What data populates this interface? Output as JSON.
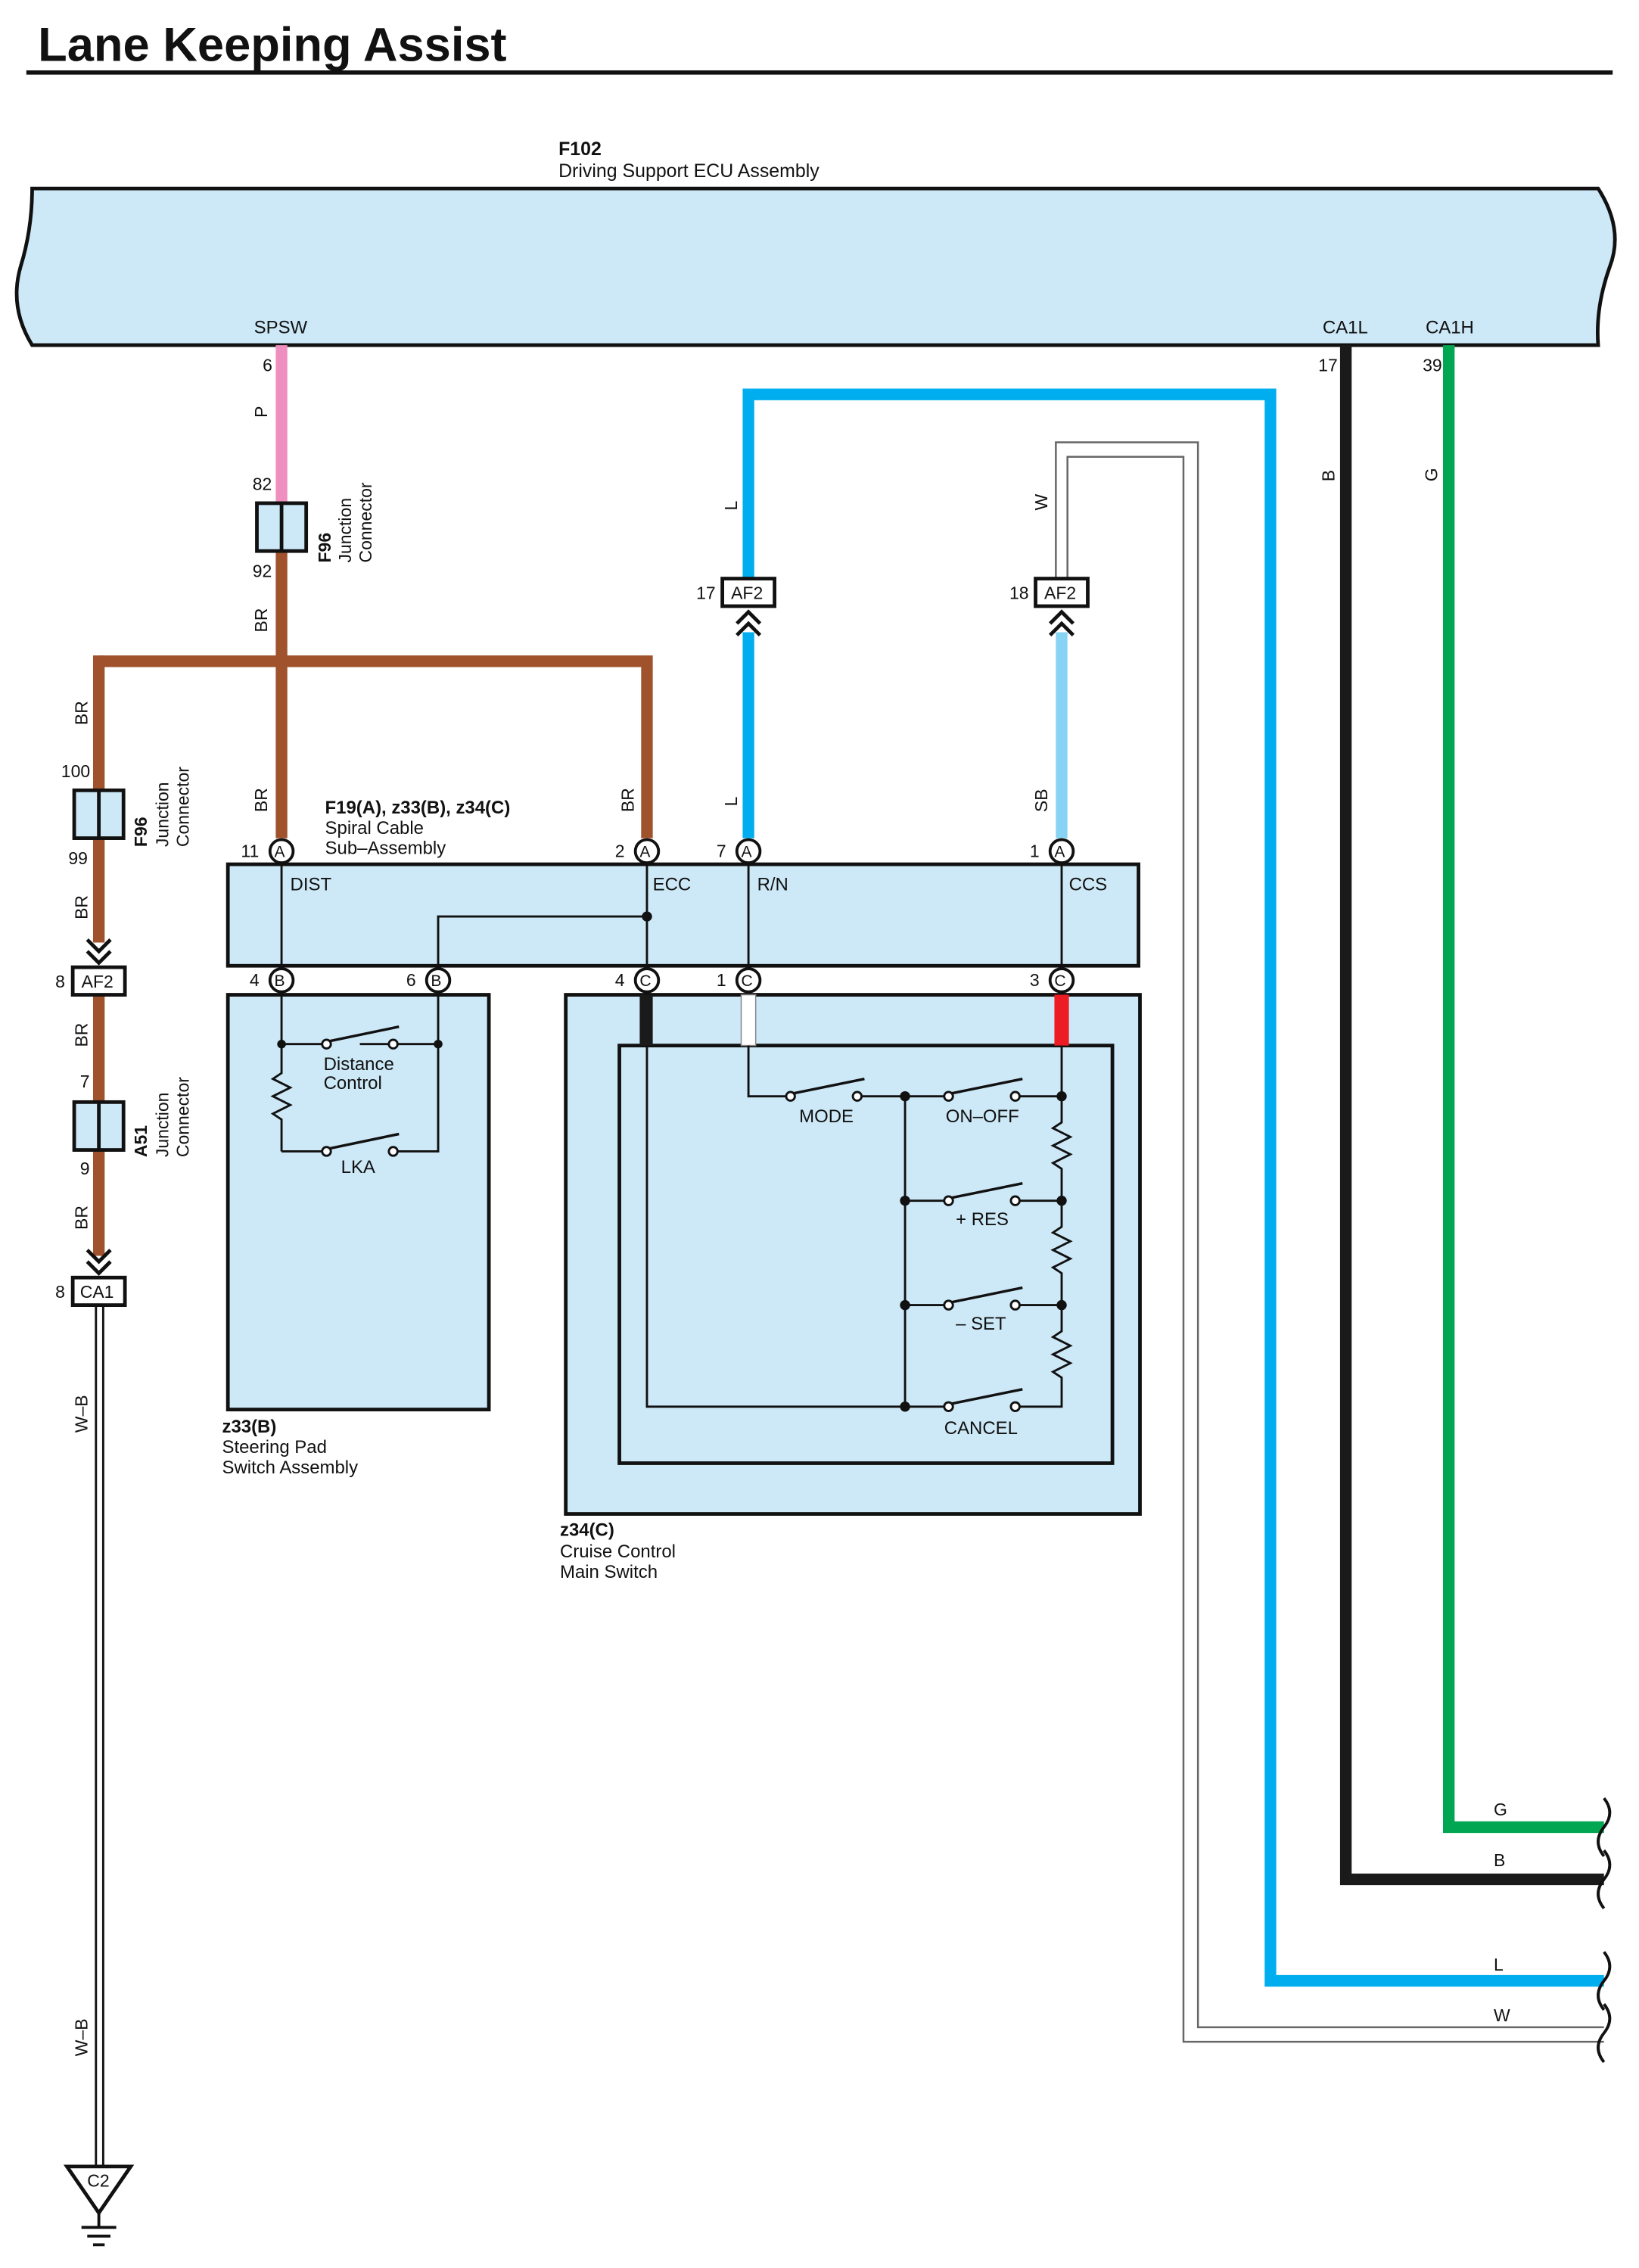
{
  "title": "Lane Keeping Assist",
  "colors": {
    "box_fill": "#cde9f7",
    "wire_P": "#ef8fbf",
    "wire_BR": "#a0522d",
    "wire_L": "#00aeef",
    "wire_SB": "#87d3f3",
    "wire_B": "#1a1a1a",
    "wire_G": "#00a651",
    "wire_R": "#ed1c24",
    "wire_W": "#ffffff"
  },
  "ecu": {
    "code": "F102",
    "name": "Driving Support ECU Assembly",
    "terminals": [
      {
        "name": "SPSW",
        "pin": "6"
      },
      {
        "name": "CA1L",
        "pin": "17"
      },
      {
        "name": "CA1H",
        "pin": "39"
      }
    ]
  },
  "junction_f96_top": {
    "code": "F96",
    "name_line1": "Junction",
    "name_line2": "Connector",
    "pin_in": "82",
    "pin_out": "92"
  },
  "junction_f96_left": {
    "code": "F96",
    "name_line1": "Junction",
    "name_line2": "Connector",
    "pin_in": "100",
    "pin_out": "99"
  },
  "junction_a51": {
    "code": "A51",
    "name_line1": "Junction",
    "name_line2": "Connector",
    "pin_in": "7",
    "pin_out": "9"
  },
  "connectors": {
    "af2_left": {
      "label": "AF2",
      "pin": "8"
    },
    "af2_l": {
      "label": "AF2",
      "pin": "17"
    },
    "af2_w": {
      "label": "AF2",
      "pin": "18"
    },
    "ca1": {
      "label": "CA1",
      "pin": "8"
    },
    "ground": {
      "label": "C2"
    }
  },
  "spiral_cable": {
    "code": "F19(A), z33(B), z34(C)",
    "name_line1": "Spiral Cable",
    "name_line2": "Sub–Assembly",
    "terminals": [
      "DIST",
      "ECC",
      "R/N",
      "CCS"
    ],
    "top_pins": [
      {
        "pin": "11",
        "letter": "A"
      },
      {
        "pin": "2",
        "letter": "A"
      },
      {
        "pin": "7",
        "letter": "A"
      },
      {
        "pin": "1",
        "letter": "A"
      }
    ],
    "bottom_pins": [
      {
        "pin": "4",
        "letter": "B"
      },
      {
        "pin": "6",
        "letter": "B"
      },
      {
        "pin": "4",
        "letter": "C"
      },
      {
        "pin": "1",
        "letter": "C"
      },
      {
        "pin": "3",
        "letter": "C"
      }
    ]
  },
  "steering_pad": {
    "code": "z33(B)",
    "name_line1": "Steering Pad",
    "name_line2": "Switch Assembly",
    "switches": [
      "Distance",
      "Control",
      "LKA"
    ]
  },
  "cruise_switch": {
    "code": "z34(C)",
    "name_line1": "Cruise Control",
    "name_line2": "Main Switch",
    "switches": [
      "MODE",
      "ON–OFF",
      "+ RES",
      "– SET",
      "CANCEL"
    ]
  },
  "wire_codes": {
    "p": "P",
    "br": "BR",
    "l": "L",
    "w": "W",
    "b": "B",
    "g": "G",
    "sb": "SB",
    "r": "R",
    "wb": "W–B"
  }
}
